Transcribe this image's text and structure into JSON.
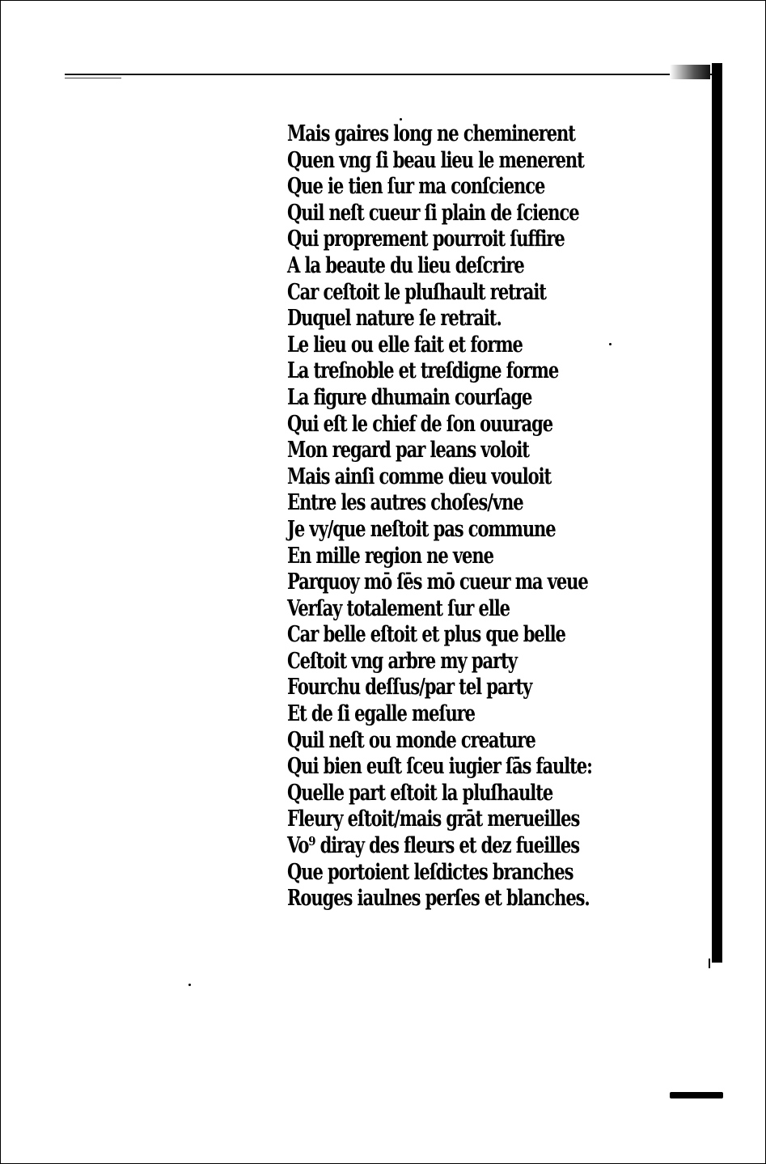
{
  "poem": {
    "lines": [
      "Mais gaires long ne cheminerent",
      "Quen vng ſi beau lieu le menerent",
      "Que ie tien ſur ma conſcience",
      "Quil neſt cueur ſi plain de ſcience",
      "Qui proprement pourroit ſuffire",
      "A la beaute du lieu deſcrire",
      "Car ceſtoit le pluſhault retrait",
      "Duquel nature ſe retrait.",
      "Le lieu ou elle fait et forme",
      "La treſnoble et treſdigne forme",
      "La figure dhumain courſage",
      "Qui eſt le chief de ſon ouurage",
      "Mon regard par leans voloit",
      "Mais ainſi comme dieu vouloit",
      "Entre les autres choſes/vne",
      "Je vy/que neſtoit pas commune",
      "En mille region ne vene",
      "Parquoy mō ſēs mō cueur ma veue",
      "Verſay totalement ſur elle",
      "Car belle eſtoit et plus que belle",
      "Ceſtoit vng arbre my party",
      "Fourchu deſſus/par tel party",
      "Et de ſi egalle meſure",
      "Quil neſt ou monde creature",
      "Qui bien euſt ſceu iugier ſās faulte:",
      "Quelle part eſtoit la pluſhaulte",
      "Fleury eſtoit/mais grāt merueilles",
      "Vo⁹ diray des fleurs et dez fueilles",
      "Que portoient leſdictes branches",
      "Rouges iaulnes perſes et blanches."
    ]
  }
}
